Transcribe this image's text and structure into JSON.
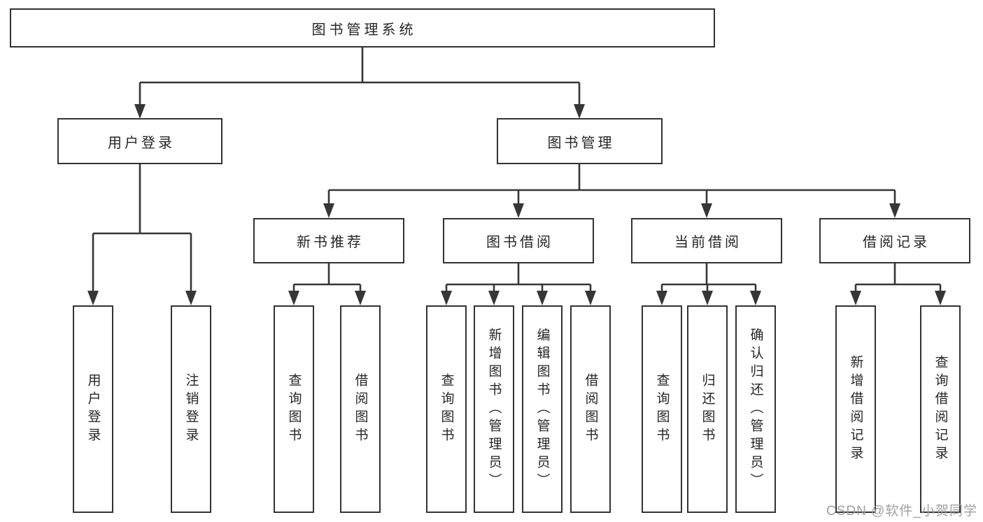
{
  "colors": {
    "line": "#333333",
    "box_border": "#333333",
    "box_background": "#ffffff",
    "text": "#262626",
    "watermark": "#9f9f9f",
    "page_background": "#ffffff"
  },
  "watermark": {
    "text": "CSDN @软件_小贺同学"
  },
  "tree": {
    "root": {
      "label": "图书管理系统"
    },
    "children": [
      {
        "label": "用户登录",
        "children": [
          {
            "label": "用户登录"
          },
          {
            "label": "注销登录"
          }
        ]
      },
      {
        "label": "图书管理",
        "children": [
          {
            "label": "新书推荐",
            "children": [
              {
                "label": "查询图书"
              },
              {
                "label": "借阅图书"
              }
            ]
          },
          {
            "label": "图书借阅",
            "children": [
              {
                "label": "查询图书"
              },
              {
                "label": "新增图书（管理员）"
              },
              {
                "label": "编辑图书（管理员）"
              },
              {
                "label": "借阅图书"
              }
            ]
          },
          {
            "label": "当前借阅",
            "children": [
              {
                "label": "查询图书"
              },
              {
                "label": "归还图书"
              },
              {
                "label": "确认归还（管理员）"
              }
            ]
          },
          {
            "label": "借阅记录",
            "children": [
              {
                "label": "新增借阅记录"
              },
              {
                "label": "查询借阅记录"
              }
            ]
          }
        ]
      }
    ]
  }
}
